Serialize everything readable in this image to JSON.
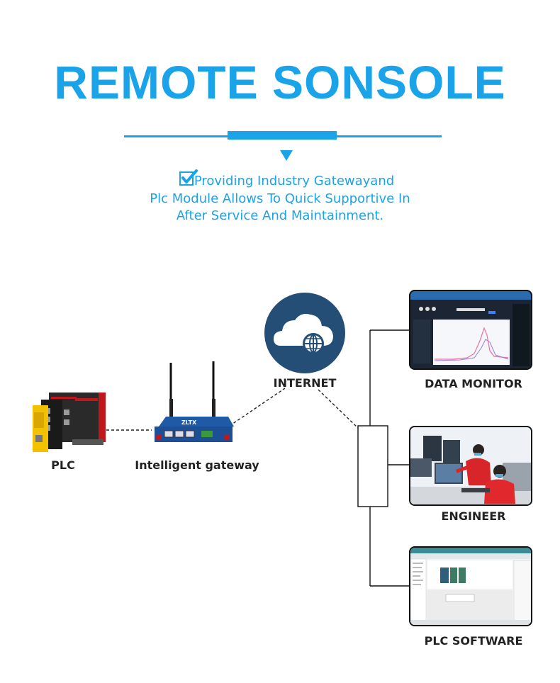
{
  "header": {
    "title": "REMOTE SONSOLE",
    "desc_line1": "Providing Industry Gatewayand",
    "desc_line2": "Plc Module Allows To Quick Supportive In",
    "desc_line3": "After Service And Maintainment.",
    "accent_color": "#1aa3e8"
  },
  "diagram": {
    "plc_label": "PLC",
    "gateway_label": "Intelligent gateway",
    "internet_label": "INTERNET",
    "data_monitor_label": "DATA MONITOR",
    "engineer_label": "ENGINEER",
    "plc_software_label": "PLC SOFTWARE",
    "gateway_brand": "ZLTX"
  },
  "icons": [
    "checkbox-icon",
    "cloud-globe-icon"
  ]
}
